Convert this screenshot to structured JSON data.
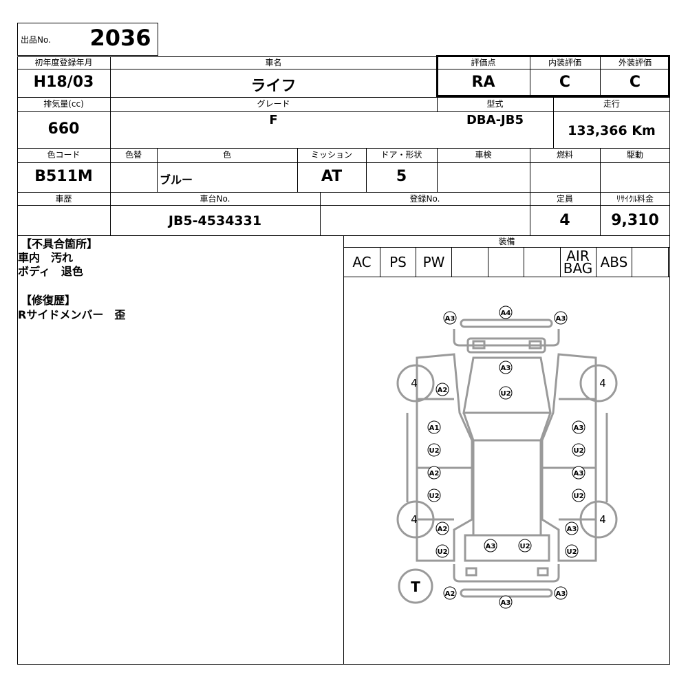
{
  "header": {
    "lot_label": "出品No.",
    "lot_number": "2036"
  },
  "row1": {
    "reg_label": "初年度登録年月",
    "reg_value": "H18/03",
    "name_label": "車名",
    "name_value": "ライフ",
    "score_label": "評価点",
    "score_value": "RA",
    "interior_label": "内装評価",
    "interior_value": "C",
    "exterior_label": "外装評価",
    "exterior_value": "C"
  },
  "row2": {
    "disp_label": "排気量(cc)",
    "disp_value": "660",
    "grade_label": "グレード",
    "grade_value": "F",
    "model_label": "型式",
    "model_value": "DBA-JB5",
    "mileage_label": "走行",
    "mileage_value": "133,366 Km"
  },
  "row3": {
    "colorcode_label": "色コード",
    "colorcode_value": "B511M",
    "recolor_label": "色替",
    "recolor_value": "",
    "color_label": "色",
    "color_value": "ブルー",
    "trans_label": "ミッション",
    "trans_value": "AT",
    "door_label": "ドア・形状",
    "door_value": "5",
    "inspect_label": "車検",
    "inspect_value": "",
    "fuel_label": "燃料",
    "fuel_value": "",
    "drive_label": "駆動",
    "drive_value": ""
  },
  "row4": {
    "history_label": "車歴",
    "history_value": "",
    "chassis_label": "車台No.",
    "chassis_value": "JB5-4534331",
    "plate_label": "登録No.",
    "plate_value": "",
    "capacity_label": "定員",
    "capacity_value": "4",
    "recycle_label": "ﾘｻｲｸﾙ料金",
    "recycle_value": "9,310"
  },
  "notes": {
    "defects_heading": "【不具合箇所】",
    "defects": [
      "車内　汚れ",
      "ボディ　退色"
    ],
    "repair_heading": "【修復歴】",
    "repairs": [
      "Rサイドメンバー　歪"
    ]
  },
  "equipment": {
    "label": "装備",
    "items": [
      "AC",
      "PS",
      "PW",
      "",
      "",
      "",
      "AIR BAG",
      "ABS",
      ""
    ]
  },
  "diagram": {
    "tires": {
      "front_left": "4",
      "front_right": "4",
      "rear_left": "4",
      "rear_right": "4",
      "spare": "T"
    },
    "marks": {
      "front_bumper_left": "A3",
      "front_bumper_center": "A4",
      "front_bumper_right": "A3",
      "hood_1": "A3",
      "hood_2": "U2",
      "front_left_fender": "A2",
      "left_front_door_1": "A1",
      "left_front_door_2": "U2",
      "left_rear_door_1": "A2",
      "left_rear_door_2": "U2",
      "right_front_door_1": "A3",
      "right_front_door_2": "U2",
      "right_rear_door_1": "A3",
      "right_rear_door_2": "U2",
      "rear_left_quarter_1": "A2",
      "rear_left_quarter_2": "U2",
      "rear_right_quarter_1": "A3",
      "rear_right_quarter_2": "U2",
      "back_door_1": "A3",
      "back_door_2": "U2",
      "rear_bumper_left": "A2",
      "rear_bumper_center": "A3",
      "rear_bumper_right": "A3"
    }
  }
}
